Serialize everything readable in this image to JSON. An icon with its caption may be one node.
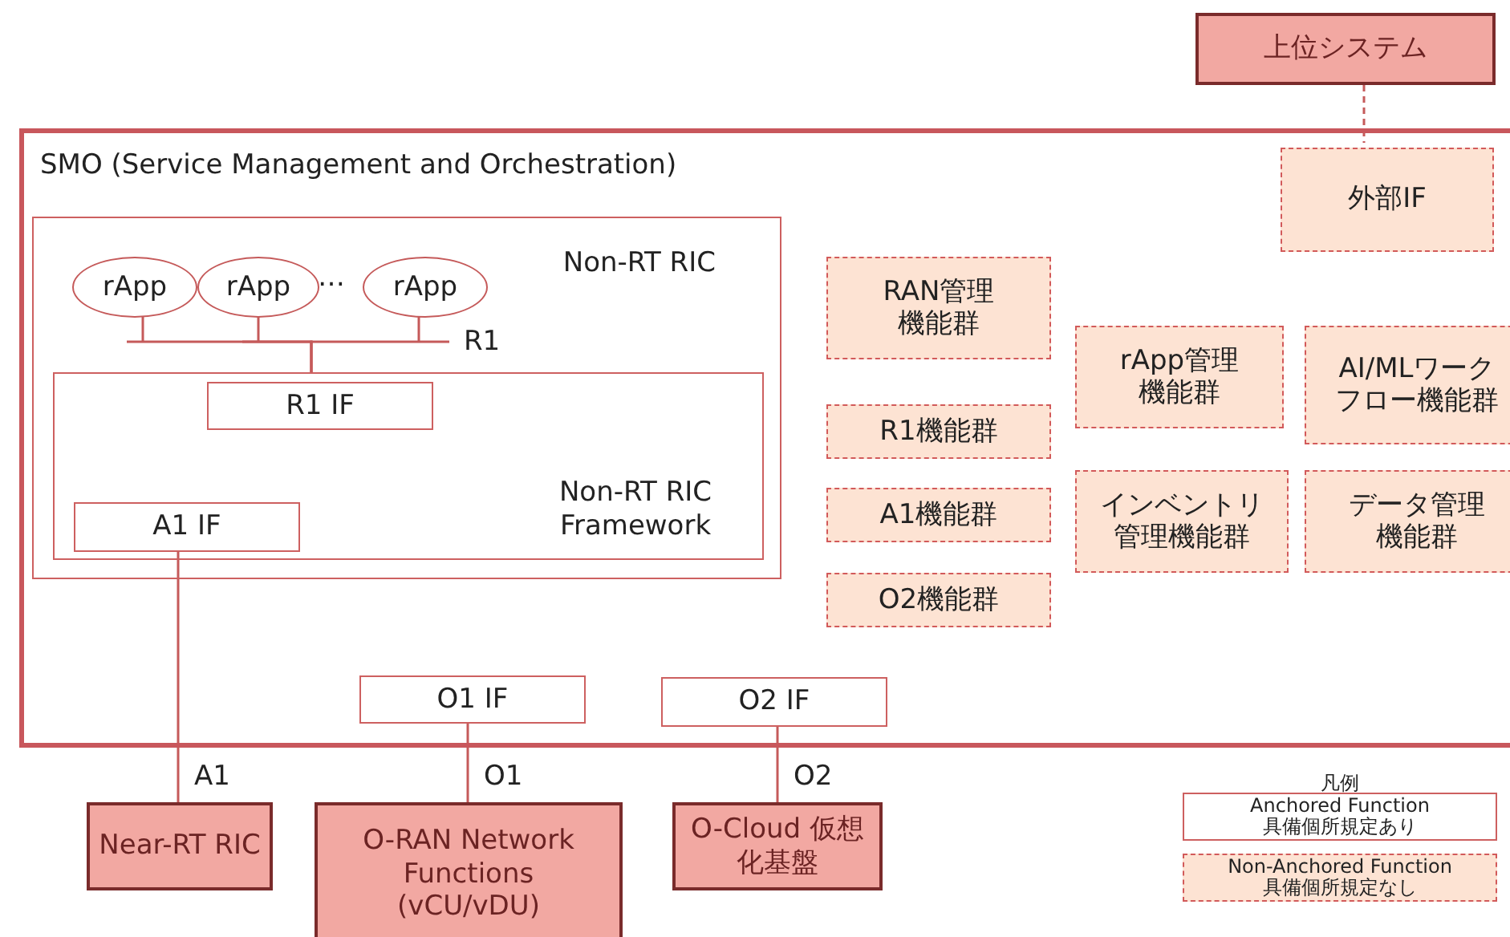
{
  "diagram": {
    "nodes": [
      {
        "text": [
          "上位システム"
        ]
      },
      {
        "text": [
          "SMO (Service Management and Orchestration)"
        ]
      },
      {
        "text": [
          "外部IF"
        ],
        "in": 1
      },
      {
        "text": [
          "Non-RT RIC"
        ],
        "in": 1
      },
      {
        "text": [
          "rApp"
        ],
        "in": 3
      },
      {
        "text": [
          "rApp"
        ],
        "in": 3
      },
      {
        "text": [
          "rApp"
        ],
        "in": 3
      },
      {
        "text": [
          "Non-RT RIC Framework"
        ],
        "in": 3
      },
      {
        "text": [
          "R1 IF"
        ],
        "in": 7
      },
      {
        "text": [
          "A1 IF"
        ],
        "in": 7
      },
      {
        "text": [
          "RAN管理機能群"
        ],
        "in": 1
      },
      {
        "text": [
          "R1機能群"
        ],
        "in": 1
      },
      {
        "text": [
          "A1機能群"
        ],
        "in": 1
      },
      {
        "text": [
          "O2機能群"
        ],
        "in": 1
      },
      {
        "text": [
          "rApp管理機能群"
        ],
        "in": 1
      },
      {
        "text": [
          "AI/MLワークフロー機能群"
        ],
        "in": 1
      },
      {
        "text": [
          "インベントリ管理機能群"
        ],
        "in": 1
      },
      {
        "text": [
          "データ管理機能群"
        ],
        "in": 1
      },
      {
        "text": [
          "O1 IF"
        ],
        "in": 1
      },
      {
        "text": [
          "O2 IF"
        ],
        "in": 1
      },
      {
        "text": [
          "Near-RT RIC"
        ]
      },
      {
        "text": [
          "O-RAN Network Functions (vCU/vDU)"
        ]
      },
      {
        "text": [
          "O-Cloud 仮想化基盤"
        ]
      }
    ],
    "edges": [
      {
        "from": 0,
        "to": 2,
        "arrow": "none",
        "style": "dashed"
      },
      {
        "from": 4,
        "to": 8,
        "arrow": "none"
      },
      {
        "from": 5,
        "to": 8,
        "arrow": "none"
      },
      {
        "from": 6,
        "to": 8,
        "arrow": "none",
        "label": "R1"
      },
      {
        "from": 9,
        "to": 20,
        "arrow": "none",
        "label": "A1"
      },
      {
        "from": 18,
        "to": 21,
        "arrow": "none",
        "label": "O1"
      },
      {
        "from": 19,
        "to": 22,
        "arrow": "none",
        "label": "O2"
      }
    ],
    "labels": [
      "…",
      "凡例"
    ],
    "legend": [
      {
        "text": "Anchored Function 具備個所規定あり"
      },
      {
        "text": "Non-Anchored Function 具備個所規定なし"
      }
    ]
  }
}
